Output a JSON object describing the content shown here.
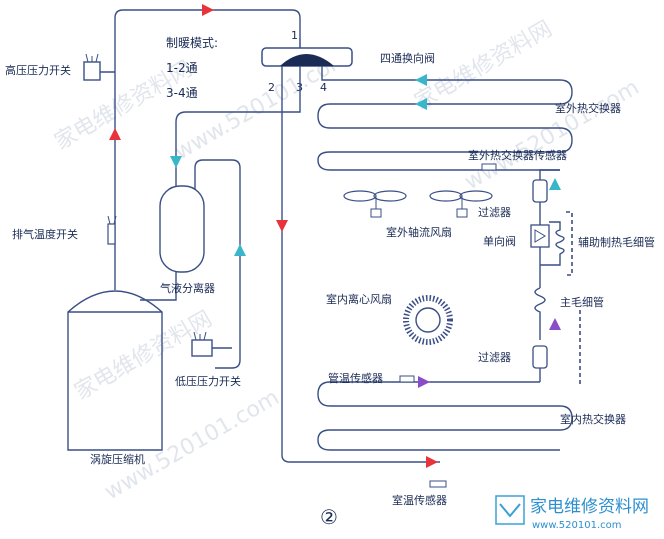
{
  "mode": {
    "title": "制暖模式:",
    "line1": "1-2通",
    "line2": "3-4通"
  },
  "labels": {
    "high_pressure_switch": "高压压力开关",
    "four_way_valve": "四通换向阀",
    "outdoor_hx": "室外热交换器",
    "outdoor_hx_sensor": "室外热交换器传感器",
    "outdoor_fan": "室外轴流风扇",
    "filter_top": "过滤器",
    "check_valve": "单向阀",
    "aux_capillary": "辅助制热毛细管",
    "main_capillary": "主毛细管",
    "exhaust_temp_switch": "排气温度开关",
    "gas_liquid_separator": "气液分离器",
    "indoor_fan": "室内离心风扇",
    "low_pressure_switch": "低压压力开关",
    "pipe_temp_sensor": "管温传感器",
    "filter_bottom": "过滤器",
    "indoor_hx": "室内热交换器",
    "scroll_compressor": "涡旋压缩机",
    "room_temp_sensor": "室温传感器",
    "figure_number": "②"
  },
  "ports": {
    "p1": "1",
    "p2": "2",
    "p3": "3",
    "p4": "4"
  },
  "logo": {
    "brand": "家电维修资料网",
    "url": "www.520101.com"
  },
  "watermarks": {
    "w1": "家电维修资料网",
    "w2": "www.520101.com",
    "w3": "家电维修资料网",
    "w4": "www.520101.com",
    "w5": "家电维修资料网",
    "w6": "www.520101.com"
  },
  "colors": {
    "pipe": "#3a4f86",
    "arrow_red": "#e8333a",
    "arrow_cyan": "#39b6c9",
    "arrow_purple": "#8a4cc9",
    "text": "#1a2b55"
  }
}
